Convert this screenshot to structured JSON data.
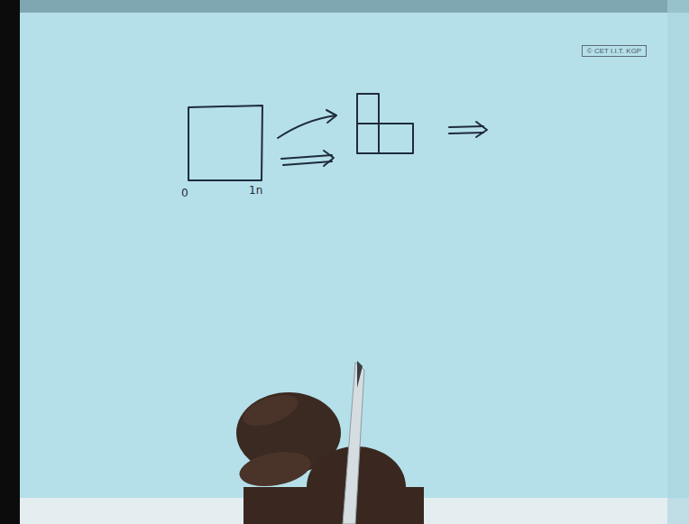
{
  "diagram": {
    "nodes": [
      {
        "text": [
          "© CET I.I.T. KGP"
        ]
      }
    ],
    "labels": [
      "0",
      "1n"
    ]
  }
}
